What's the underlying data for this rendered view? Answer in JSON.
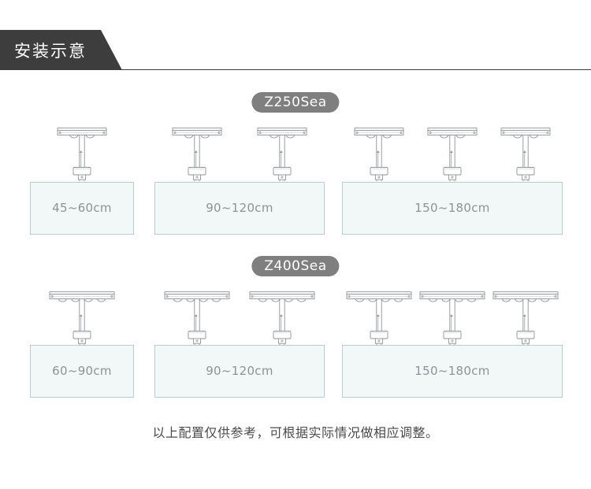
{
  "header": {
    "title": "安装示意"
  },
  "colors": {
    "banner_bg": "#3d3d3d",
    "banner_text": "#ffffff",
    "pill_bg": "#7f7f7f",
    "pill_text": "#ffffff",
    "tank_fill": "#f2f7f7",
    "tank_border": "#b8cdcf",
    "tank_label_text": "#8d9396",
    "footnote_text": "#4a4a4a",
    "fixture_line": "#8e9497",
    "fixture_fill": "#ffffff"
  },
  "sections": [
    {
      "id": "z250sea",
      "model_label": "Z250Sea",
      "lamp_type": "narrow",
      "lamp_lens_count": 2,
      "groups": [
        {
          "id": "z250-g1",
          "size_label": "45~60cm",
          "fixture_count": 1
        },
        {
          "id": "z250-g2",
          "size_label": "90~120cm",
          "fixture_count": 2
        },
        {
          "id": "z250-g3",
          "size_label": "150~180cm",
          "fixture_count": 3
        }
      ]
    },
    {
      "id": "z400sea",
      "model_label": "Z400Sea",
      "lamp_type": "wide",
      "lamp_lens_count": 4,
      "groups": [
        {
          "id": "z400-g1",
          "size_label": "60~90cm",
          "fixture_count": 1
        },
        {
          "id": "z400-g2",
          "size_label": "90~120cm",
          "fixture_count": 2
        },
        {
          "id": "z400-g3",
          "size_label": "150~180cm",
          "fixture_count": 3
        }
      ]
    }
  ],
  "footnote": {
    "text": "以上配置仅供参考，可根据实际情况做相应调整。"
  },
  "icons": {
    "lamp": "aquarium-light-fixture-icon"
  }
}
